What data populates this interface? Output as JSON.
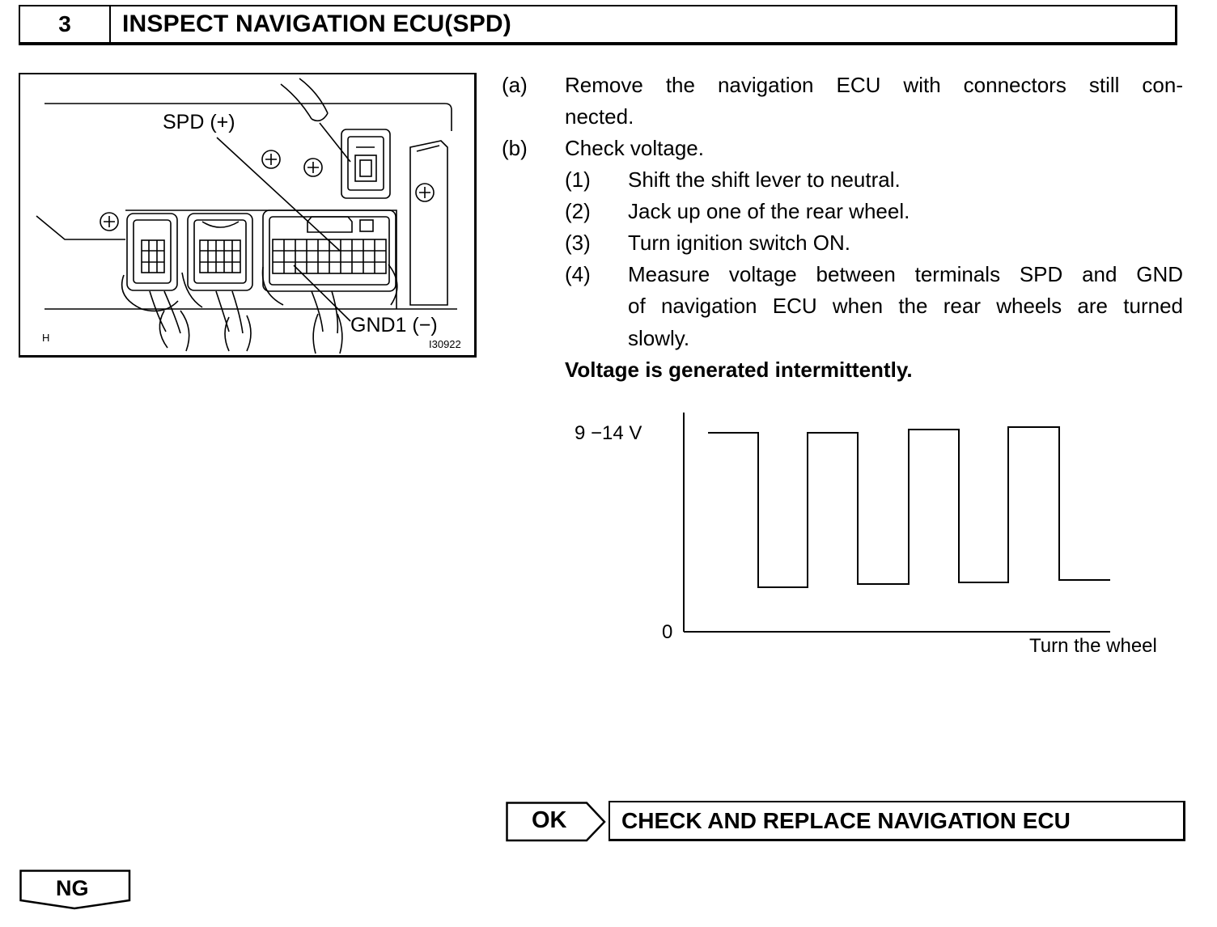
{
  "header": {
    "step_number": "3",
    "title": "INSPECT NAVIGATION ECU(SPD)"
  },
  "figure": {
    "label_spd": "SPD (+)",
    "label_gnd": "GND1 (−)",
    "corner_letter": "H",
    "figure_code": "I30922"
  },
  "instructions": {
    "a": {
      "marker": "(a)",
      "line1": "Remove the navigation ECU with connectors still con-",
      "line2": "nected."
    },
    "b": {
      "marker": "(b)",
      "text": "Check voltage."
    },
    "substeps": [
      {
        "marker": "(1)",
        "text": "Shift the shift lever to neutral."
      },
      {
        "marker": "(2)",
        "text": "Jack up one of the rear wheel."
      },
      {
        "marker": "(3)",
        "text": "Turn ignition switch ON."
      },
      {
        "marker": "(4)",
        "line1": "Measure voltage between terminals SPD and GND",
        "line2": "of navigation ECU when the rear wheels are turned",
        "line3": "slowly."
      }
    ],
    "result": "Voltage is generated intermittently."
  },
  "chart_data": {
    "type": "line",
    "title": "",
    "ylabel_high": "9 −14 V",
    "ylabel_low": "0",
    "xlabel": "Turn the wheel",
    "high_level": "9 −14 V",
    "pulses": 4,
    "signal": "square wave alternating between 9–14 V and low level"
  },
  "results": {
    "ok_label": "OK",
    "ok_action": "CHECK AND REPLACE NAVIGATION ECU",
    "ng_label": "NG"
  }
}
